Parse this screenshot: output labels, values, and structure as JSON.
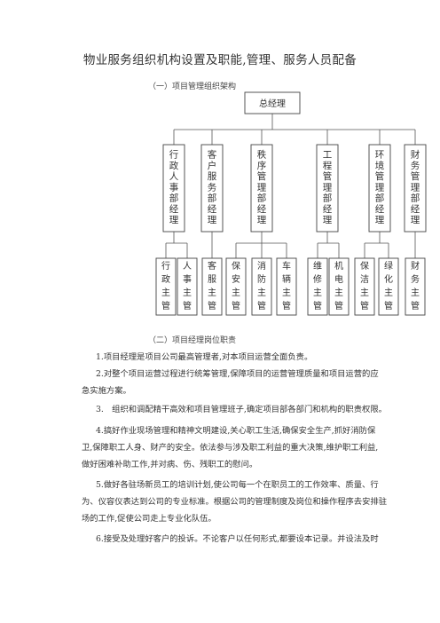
{
  "document": {
    "title": "物业服务组织机构设置及职能,管理、服务人员配备",
    "section1_heading": "（一）项目管理组织架构",
    "section2_heading": "（二）项目经理岗位职责"
  },
  "org_chart": {
    "root": "总经理",
    "departments": [
      {
        "label": "行政人事部经理",
        "subs": [
          "行政主管",
          "人事主管"
        ]
      },
      {
        "label": "客户服务部经理",
        "subs": [
          "客服主管"
        ]
      },
      {
        "label": "秩序管理部经理",
        "subs": [
          "保安主管",
          "消防主管",
          "车辆主管"
        ]
      },
      {
        "label": "工程管理部经理",
        "subs": [
          "维修主管",
          "机电主管"
        ]
      },
      {
        "label": "环境管理部经理",
        "subs": [
          "保洁主管",
          "绿化主管"
        ]
      },
      {
        "label": "财务管理部经理",
        "subs": [
          "财务主管"
        ]
      }
    ]
  },
  "duties": [
    {
      "line1": "1.项目经理是项目公司最高管理者,对本项目运营全面负责。"
    },
    {
      "line1": "2.对整个项目运营过程进行统筹管理,保障项目的运营管理质量和项目运营的应",
      "line2": "急实施方案。"
    },
    {
      "line1": "3.　组织和调配精干高效和项目管理班子,确定项目部各部门和机构的职责权限。"
    },
    {
      "line1": "4.搞好作业现场管理和精神文明建设,关心职工生活,确保安全生产,抓好消防保",
      "line2": "卫,保障职工人身、财产的安全。依法参与涉及职工利益的重大决策,维护职工利益,",
      "line3": "做好困难补助工作,并对病、伤、残职工的慰问。"
    },
    {
      "line1": "5.做好各驻场新员工的培训计划,使公司每一个在职员工的工作效率、质量、行",
      "line2": "为、仪容仪表达到公司的专业标准。根据公司的管理制度及岗位和操作程序去安排驻",
      "line3": "场的工作,促使公司走上专业化队伍。"
    },
    {
      "line1": "6.接受及处理好客户的投诉。不论客户以任何形式,都要设本记录。并设法及时"
    }
  ]
}
